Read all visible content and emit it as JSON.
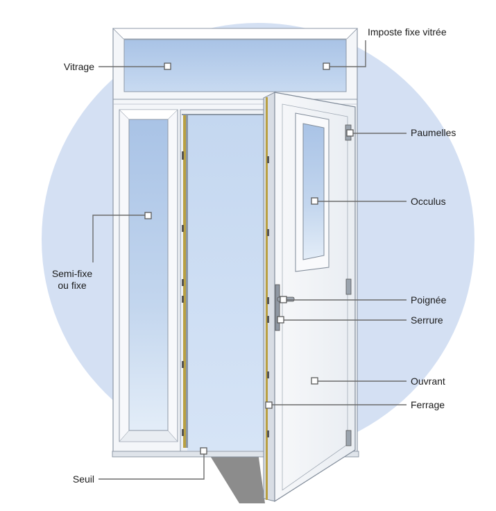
{
  "colors": {
    "background_circle": "#d4e0f3",
    "frame": "#f4f6f9",
    "frame_stroke": "#8d98a6",
    "glass": "#b4cbe8",
    "opening": "#c9dbf1",
    "seal": "#b9a042",
    "leader": "#6b6b6b",
    "shadow": "#8b8b8b"
  },
  "labels": {
    "vitrage": "Vitrage",
    "imposte": "Imposte fixe vitrée",
    "paumelles": "Paumelles",
    "occulus": "Occulus",
    "semi_fixe_line1": "Semi-fixe",
    "semi_fixe_line2": "ou fixe",
    "poignee": "Poignée",
    "serrure": "Serrure",
    "ouvrant": "Ouvrant",
    "ferrage": "Ferrage",
    "seuil": "Seuil"
  }
}
